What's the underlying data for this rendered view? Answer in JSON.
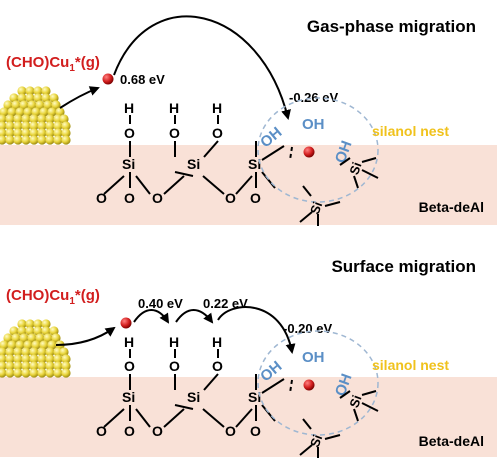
{
  "panels": [
    {
      "title": "Gas-phase migration",
      "species_label": "(CHO)Cu",
      "species_sub": "1",
      "species_suffix": "*(g)",
      "energy_1": "0.68 eV",
      "energy_final": "-0.26 eV",
      "nest_label": "silanol nest",
      "support_label": "Beta-deAl",
      "oh_label": "OH",
      "h_label": "H",
      "o_label": "O",
      "si_label": "Si"
    },
    {
      "title": "Surface migration",
      "species_label": "(CHO)Cu",
      "species_sub": "1",
      "species_suffix": "*(g)",
      "energy_1": "0.40 eV",
      "energy_2": "0.22 eV",
      "energy_final": "-0.20 eV",
      "nest_label": "silanol nest",
      "support_label": "Beta-deAl",
      "oh_label": "OH",
      "h_label": "H",
      "o_label": "O",
      "si_label": "Si"
    }
  ],
  "colors": {
    "support_band": "#f9e1d7",
    "gold": "#e7d63e",
    "red": "#d21e1e",
    "nest_text": "#f0c21c",
    "nest_oh": "#5b8fc6",
    "nest_circle": "#9fb7d2"
  }
}
